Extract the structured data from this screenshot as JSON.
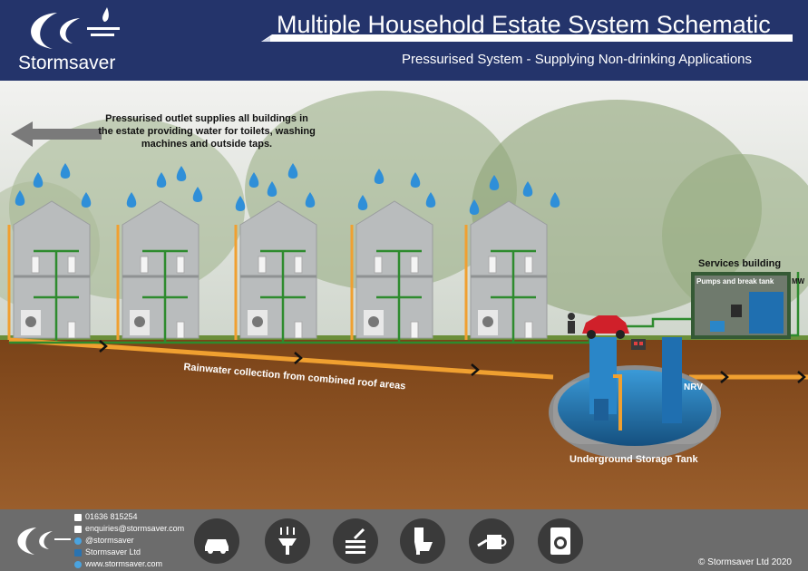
{
  "header": {
    "brand": "Stormsaver",
    "title": "Multiple Household Estate System Schematic",
    "subtitle": "Pressurised System - Supplying Non-drinking Applications"
  },
  "labels": {
    "outlet_note": "Pressurised outlet supplies all buildings in the estate providing water for toilets, washing machines and outside taps.",
    "collection": "Rainwater collection from combined roof areas",
    "tank": "Underground Storage Tank",
    "services_building": "Services building",
    "pumps": "Pumps and break tank",
    "mw": "MW",
    "nrv": "NRV"
  },
  "footer": {
    "phone": "01636 815254",
    "email": "enquiries@stormsaver.com",
    "twitter": "@stormsaver",
    "linkedin": "Stormsaver Ltd",
    "web": "www.stormsaver.com",
    "copyright": "© Stormsaver Ltd 2020"
  },
  "applications": [
    "car-wash-icon",
    "shower-icon",
    "hose-icon",
    "toilet-icon",
    "watering-can-icon",
    "washing-machine-icon"
  ],
  "colors": {
    "header_bg": "#24346b",
    "soil": "#8a4f22",
    "pipe_orange": "#f0a030",
    "pipe_green": "#2e8b2e",
    "rain_blue": "#2f8fd8",
    "tank_blue": "#1f6fb0",
    "footer_bg": "#6c6c6c"
  }
}
